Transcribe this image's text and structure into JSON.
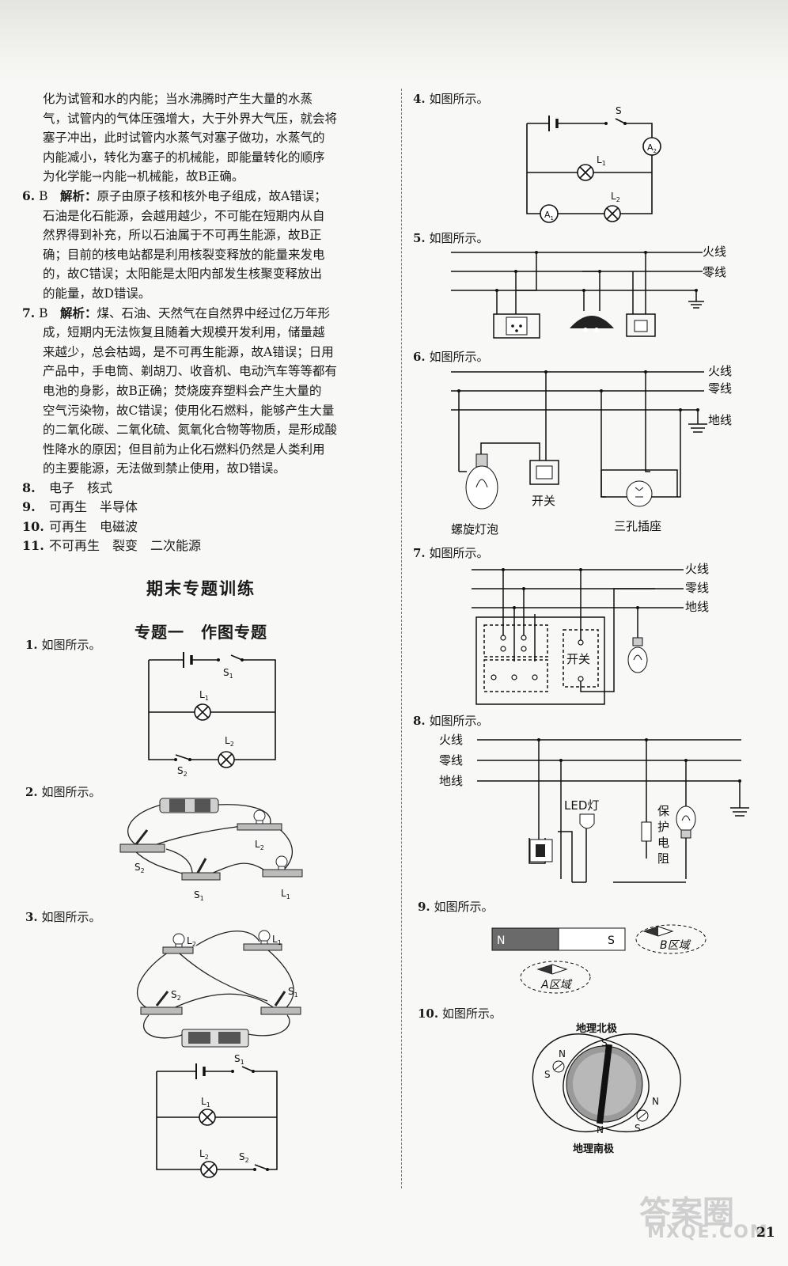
{
  "left_text": {
    "cont_lines": [
      "化为试管和水的内能；当水沸腾时产生大量的水蒸",
      "气，试管内的气体压强增大，大于外界大气压，就会将",
      "塞子冲出，此时试管内水蒸气对塞子做功，水蒸气的",
      "内能减小，转化为塞子的机械能，即能量转化的顺序",
      "为化学能→内能→机械能，故B正确。"
    ],
    "q6": {
      "num": "6.",
      "answer": "B",
      "jx": "解析：",
      "first": "原子由原子核和核外电子组成，故A错误；",
      "rest": [
        "石油是化石能源，会越用越少，不可能在短期内从自",
        "然界得到补充，所以石油属于不可再生能源，故B正",
        "确；目前的核电站都是利用核裂变释放的能量来发电",
        "的，故C错误；太阳能是太阳内部发生核聚变释放出",
        "的能量，故D错误。"
      ]
    },
    "q7": {
      "num": "7.",
      "answer": "B",
      "jx": "解析：",
      "first": "煤、石油、天然气在自然界中经过亿万年形",
      "rest": [
        "成，短期内无法恢复且随着大规模开发利用，储量越",
        "来越少，总会枯竭，是不可再生能源，故A错误；日用",
        "产品中，手电筒、剃胡刀、收音机、电动汽车等等都有",
        "电池的身影，故B正确；焚烧废弃塑料会产生大量的",
        "空气污染物，故C错误；使用化石燃料，能够产生大量",
        "的二氧化碳、二氧化硫、氮氧化合物等物质，是形成酸",
        "性降水的原因；但目前为止化石燃料仍然是人类利用",
        "的主要能源，无法做到禁止使用，故D错误。"
      ]
    },
    "short_answers": [
      {
        "num": "8.",
        "text": "电子　核式"
      },
      {
        "num": "9.",
        "text": "可再生　半导体"
      },
      {
        "num": "10.",
        "text": "可再生　电磁波"
      },
      {
        "num": "11.",
        "text": "不可再生　裂变　二次能源"
      }
    ]
  },
  "section_title": "期末专题训练",
  "topic_title": "专题一　作图专题",
  "figure_caption": "如图所示。",
  "questions": {
    "q1": "1.",
    "q2": "2.",
    "q3": "3.",
    "q4": "4.",
    "q5": "5.",
    "q6": "6.",
    "q7": "7.",
    "q8": "8.",
    "q9": "9.",
    "q10": "10."
  },
  "labels": {
    "S": "S",
    "S1": "S",
    "S2": "S",
    "sub1": "1",
    "sub2": "2",
    "L": "L",
    "A": "A",
    "N": "N",
    "live": "火线",
    "neutral": "零线",
    "ground": "地线",
    "switch": "开关",
    "bulb": "螺旋灯泡",
    "socket": "三孔插座",
    "led": "LED灯",
    "resistor_chars": [
      "保",
      "护",
      "电",
      "阻"
    ],
    "region_a": "A区域",
    "region_b": "B区域",
    "geo_north": "地理北极",
    "geo_south": "地理南极"
  },
  "page_number": "21",
  "watermark": {
    "line1": "答案圈",
    "line2": "MXQE.COM"
  }
}
